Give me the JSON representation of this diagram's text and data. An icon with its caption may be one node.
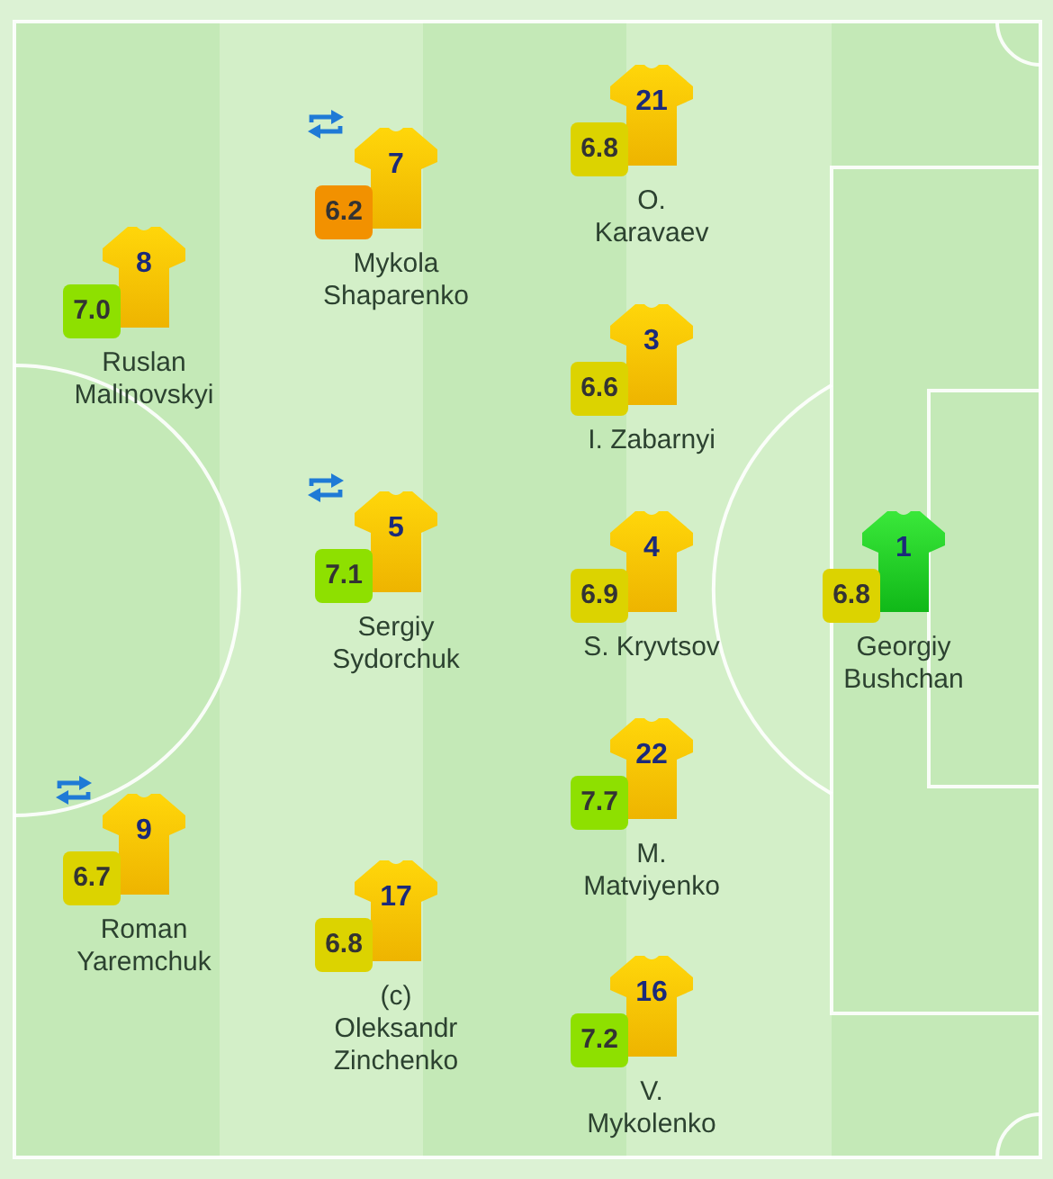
{
  "diagram": {
    "nodes": [
      {
        "text": [
          "8"
        ],
        "beside": [
          "Ruslan Malinovskyi"
        ]
      },
      {
        "text": [
          "7.0"
        ]
      },
      {
        "text": [
          "9"
        ],
        "beside": [
          "Roman Yaremchuk"
        ]
      },
      {
        "text": [
          "6.7"
        ]
      },
      {
        "text": [
          "7"
        ],
        "beside": [
          "Mykola Shaparenko"
        ]
      },
      {
        "text": [
          "6.2"
        ]
      },
      {
        "text": [
          "5"
        ],
        "beside": [
          "Sergiy Sydorchuk"
        ]
      },
      {
        "text": [
          "7.1"
        ]
      },
      {
        "text": [
          "17"
        ],
        "beside": [
          "(c)",
          "Oleksandr Zinchenko"
        ]
      },
      {
        "text": [
          "6.8"
        ]
      },
      {
        "text": [
          "21"
        ],
        "beside": [
          "O. Karavaev"
        ]
      },
      {
        "text": [
          "6.8"
        ]
      },
      {
        "text": [
          "3"
        ],
        "beside": [
          "I. Zabarnyi"
        ]
      },
      {
        "text": [
          "6.6"
        ]
      },
      {
        "text": [
          "4"
        ],
        "beside": [
          "S. Kryvtsov"
        ]
      },
      {
        "text": [
          "6.9"
        ]
      },
      {
        "text": [
          "22"
        ],
        "beside": [
          "M. Matviyenko"
        ]
      },
      {
        "text": [
          "7.7"
        ]
      },
      {
        "text": [
          "16"
        ],
        "beside": [
          "V. Mykolenko"
        ]
      },
      {
        "text": [
          "7.2"
        ]
      },
      {
        "text": [
          "1"
        ],
        "beside": [
          "Georgiy Bushchan"
        ]
      },
      {
        "text": [
          "6.8"
        ]
      }
    ]
  }
}
